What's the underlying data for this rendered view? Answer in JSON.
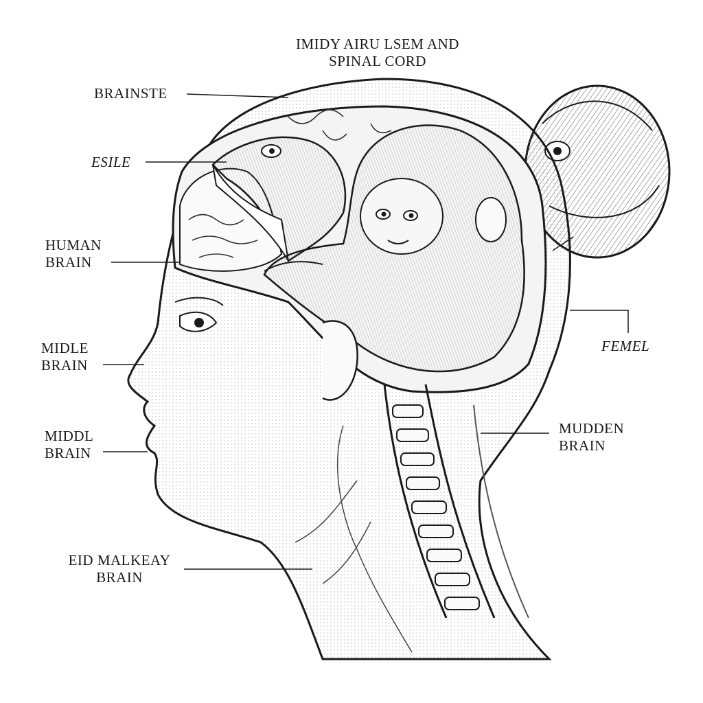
{
  "title": {
    "line1": "IMIDY AIRU LSEM AND",
    "line2": "SPINAL CORD"
  },
  "labels": {
    "brainste": "BRAINSTE",
    "esile": "ESILE",
    "human_brain": [
      "HUMAN",
      "BRAIN"
    ],
    "mide_brain": [
      "MIDLE",
      "BRAIN"
    ],
    "middl_brain": [
      "MIDDL",
      "BRAIN"
    ],
    "monkey_brain": [
      "EID MALKEAY",
      "BRAIN"
    ],
    "femel": "FEMEL",
    "mudden_brain": [
      "MUDDEN",
      "BRAIN"
    ]
  },
  "colors": {
    "ink": "#1a1a1a",
    "background": "#ffffff"
  }
}
